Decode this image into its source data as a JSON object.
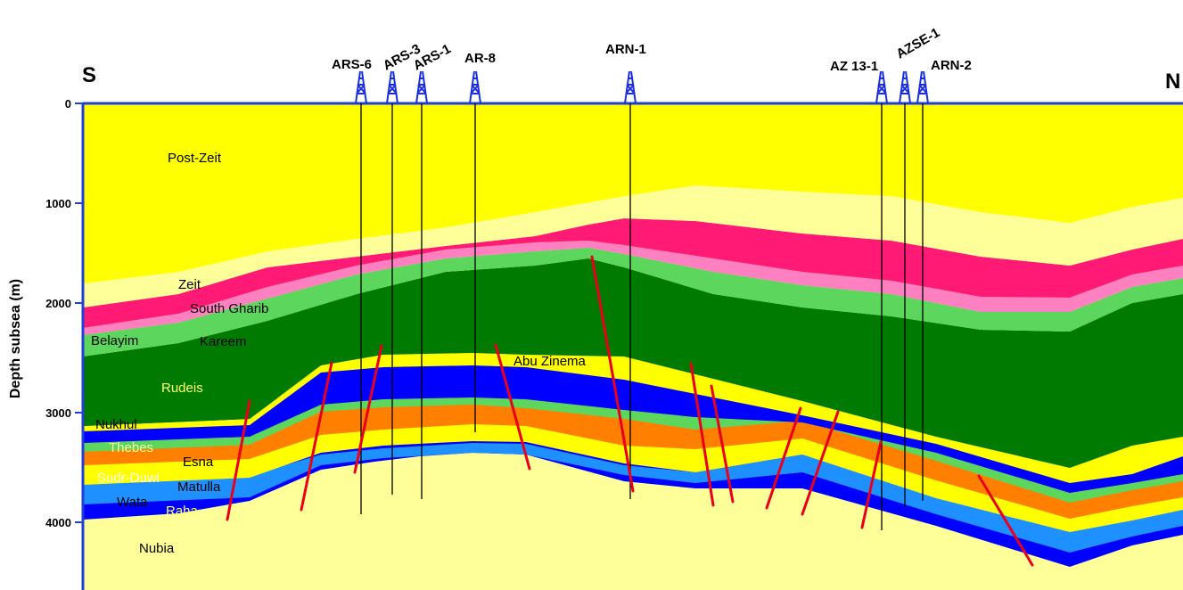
{
  "orientation": {
    "left": "S",
    "right": "N"
  },
  "y_axis": {
    "label": "Depth subsea (m)",
    "ticks": [
      "0",
      "1000",
      "2000",
      "3000",
      "4000"
    ]
  },
  "wells": [
    {
      "name": "ARS-6"
    },
    {
      "name": "ARS-3"
    },
    {
      "name": "ARS-1"
    },
    {
      "name": "AR-8"
    },
    {
      "name": "ARN-1"
    },
    {
      "name": "AZ 13-1"
    },
    {
      "name": "AZSE-1"
    },
    {
      "name": "ARN-2"
    }
  ],
  "formations": {
    "post_zeit": "Post-Zeit",
    "zeit": "Zeit",
    "south_gharib": "South Gharib",
    "belayim": "Belayim",
    "kareem": "Kareem",
    "rudeis": "Rudeis",
    "abu_zinema": "Abu Zinema",
    "nukhul": "Nukhul",
    "thebes": "Thebes",
    "esna": "Esna",
    "sudr_duwi": "Sudr-Duwi",
    "matulla": "Matulla",
    "wata": "Wata",
    "raha": "Raha",
    "nubia": "Nubia"
  },
  "colors": {
    "post_zeit": "#ffff00",
    "zeit": "#ffff99",
    "south_gharib": "#ff1a75",
    "belayim": "#ff80c0",
    "kareem": "#5cd65c",
    "rudeis": "#007a00",
    "nubia": "#ffff99",
    "blue": "#0000ff",
    "orange": "#ff8000",
    "light_blue": "#1e90ff",
    "fault": "#e8001c",
    "frame": "#1f3fd6"
  }
}
